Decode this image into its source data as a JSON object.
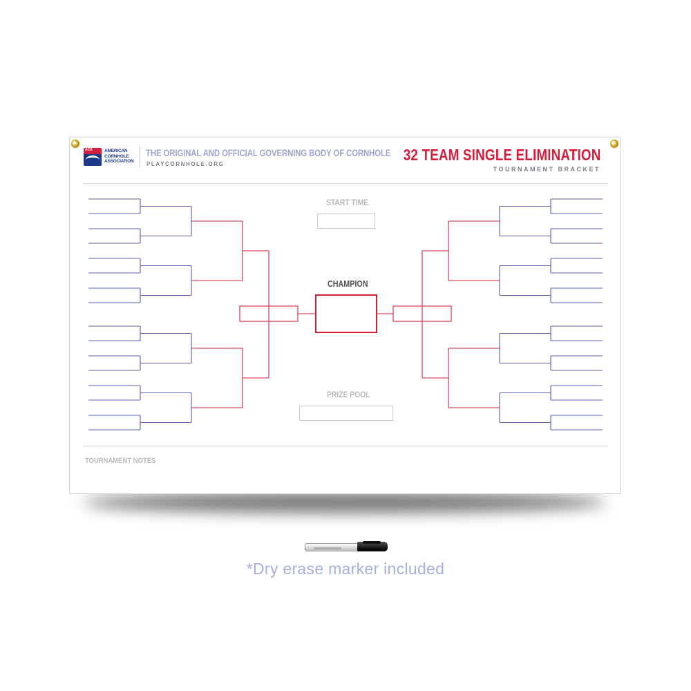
{
  "board": {
    "logo_text": "AMERICAN CORNHOLE ASSOCIATION",
    "logo_badge_text": "ACA",
    "tagline": "THE ORIGINAL AND OFFICIAL GOVERNING BODY OF CORNHOLE",
    "website": "PLAYCORNHOLE.ORG",
    "title": "32 TEAM SINGLE ELIMINATION",
    "subtitle": "TOURNAMENT BRACKET",
    "start_time_label": "START TIME",
    "champion_label": "CHAMPION",
    "prize_pool_label": "PRIZE POOL",
    "notes_label": "TOURNAMENT NOTES"
  },
  "bracket": {
    "teams_per_side": 16,
    "rounds_per_side": 4
  },
  "colors": {
    "red": "#d31f3c",
    "blue": "#5a5fb0",
    "navy": "#1d3a8a",
    "caption": "#a5b0de",
    "gray_text": "#b9b9b9"
  },
  "product": {
    "marker_icon": "dry-erase-marker-icon",
    "caption": "*Dry erase marker included"
  }
}
